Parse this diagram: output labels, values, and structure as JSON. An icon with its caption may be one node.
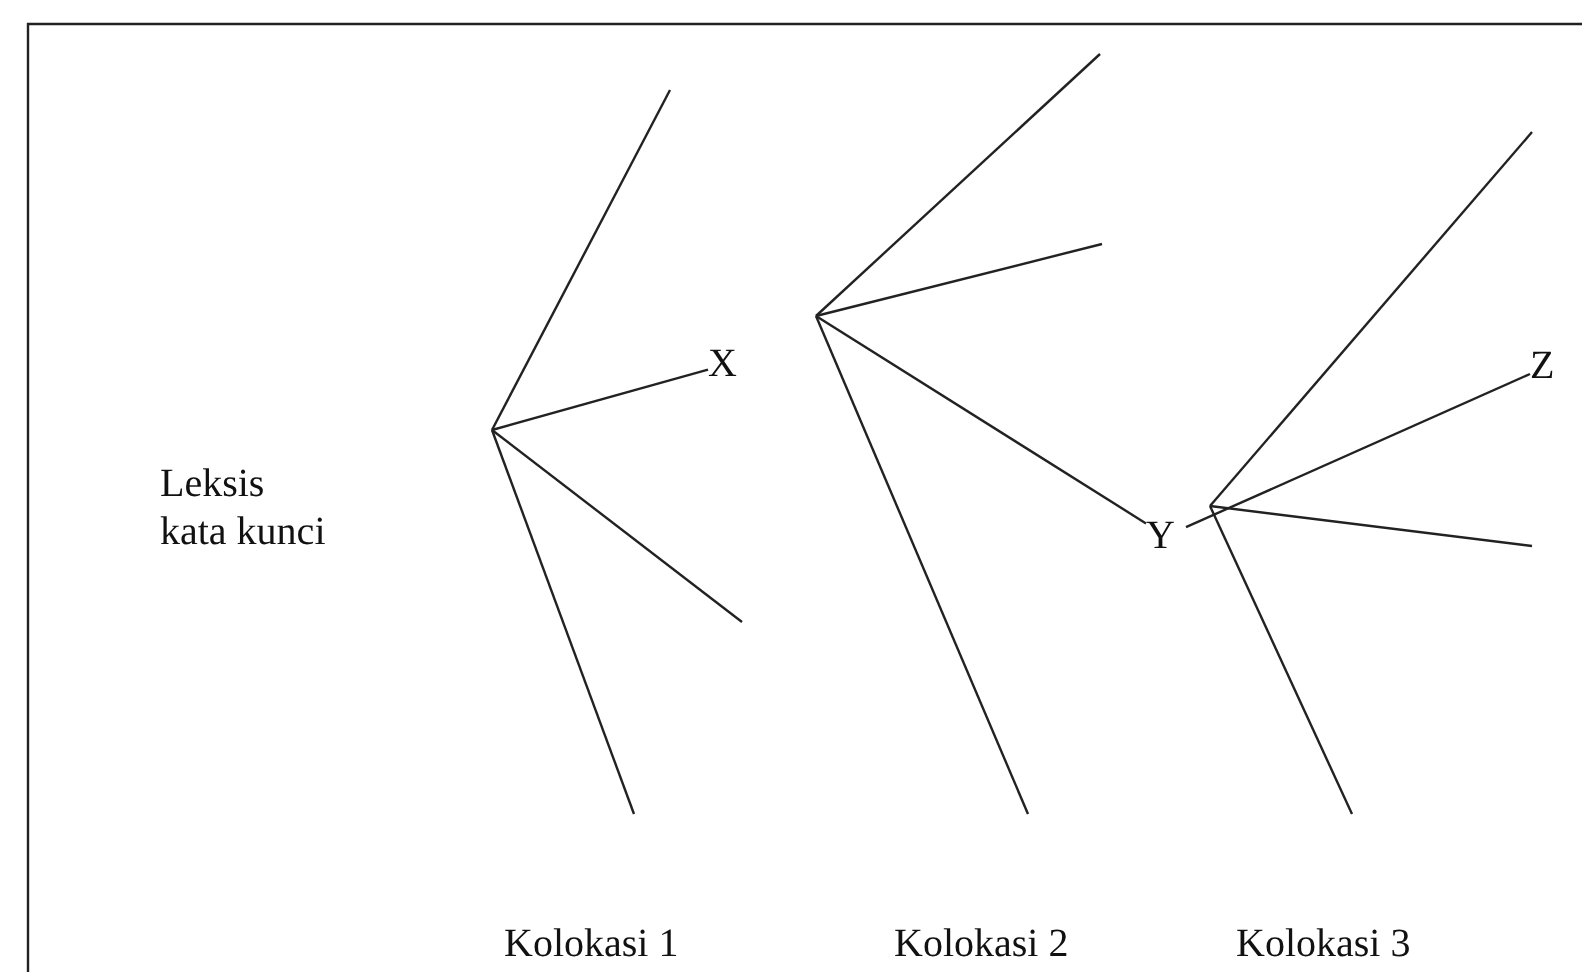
{
  "diagram": {
    "nodes": [
      {
        "text": [
          "X"
        ]
      },
      {
        "text": [
          "Y"
        ]
      },
      {
        "text": [
          "Z"
        ]
      }
    ],
    "edges": [
      {
        "from": null,
        "to": 0,
        "arrow": "none"
      },
      {
        "from": null,
        "to": 1,
        "arrow": "none"
      },
      {
        "from": 1,
        "to": 2,
        "arrow": "none"
      }
    ],
    "labels": [
      "Leksis kata kunci",
      "Kolokasi 1",
      "Kolokasi 2",
      "Kolokasi 3"
    ]
  }
}
